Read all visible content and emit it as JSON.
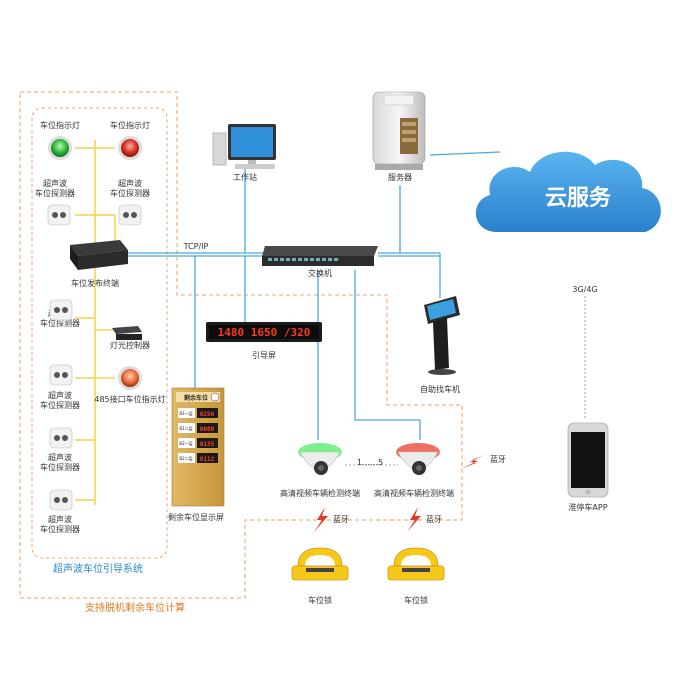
{
  "labels": {
    "indicator_light_1": "车位指示灯",
    "indicator_light_2": "车位指示灯",
    "ultrasonic_line1": "超声波",
    "ultrasonic_line2": "车位探测器",
    "publish_terminal": "车位发布终端",
    "light_controller": "灯光控制器",
    "rs485_indicator": "485接口车位指示灯",
    "remaining_display": "剩余车位显示屏",
    "ultrasonic_system": "超声波车位引导系统",
    "offline_calc": "支持脱机剩余车位计算",
    "workstation": "工作站",
    "server": "服务器",
    "cloud": "云服务",
    "tcpip": "TCP/IP",
    "switch": "交换机",
    "guide_screen": "引导屏",
    "kiosk": "自助找车机",
    "net_3g4g": "3G/4G",
    "cam_guide": "高清视频车辆检测终端",
    "cam_guide_full": "高清视频车辆检测终端",
    "bluetooth": "蓝牙",
    "bluetooth_left": "蓝牙",
    "bluetooth_right": "蓝牙",
    "link_range": "1……5",
    "parking_app": "淮停车APP",
    "parking_lock_1": "车位锁",
    "parking_lock_2": "车位锁",
    "led_text": "1480 1650 /320",
    "panel_header": "剩余车位",
    "panel_rows": [
      "B1一层",
      "B1二层",
      "B2一层",
      "B2二层"
    ],
    "panel_values": [
      "0256",
      "0000",
      "0135",
      "0112"
    ]
  },
  "colors": {
    "blue_line": "#4aa8e0",
    "orange_dash": "#f0a060",
    "yellow_line": "#f2d24a",
    "cloud": "#3d9be0",
    "green_light": "#3cc24a",
    "red_light": "#e23a2a"
  }
}
